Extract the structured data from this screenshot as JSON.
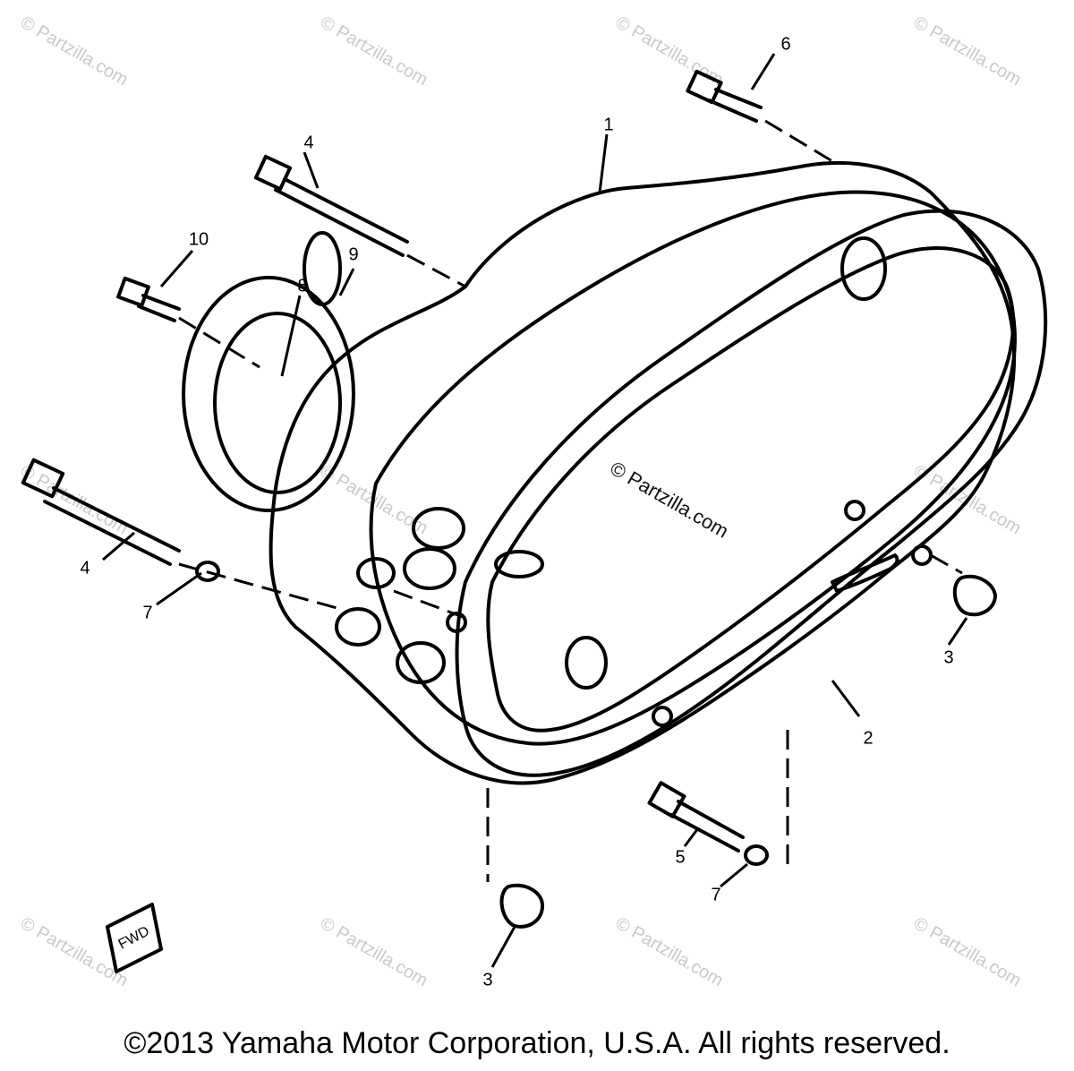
{
  "watermark": "© Partzilla.com",
  "callouts": {
    "c1": "1",
    "c2": "2",
    "c3a": "3",
    "c3b": "3",
    "c4a": "4",
    "c4b": "4",
    "c5": "5",
    "c6": "6",
    "c7a": "7",
    "c7b": "7",
    "c8": "8",
    "c9": "9",
    "c10": "10"
  },
  "fwd_marker": "FWD",
  "copyright": "©2013 Yamaha Motor Corporation, U.S.A. All rights reserved."
}
